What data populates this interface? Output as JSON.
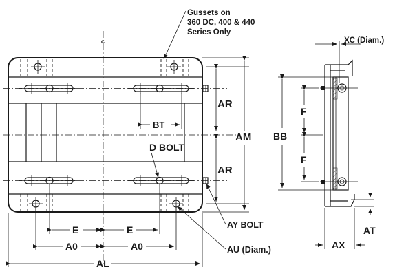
{
  "labels": {
    "gussets_line1": "Gussets on",
    "gussets_line2": "360  DC, 400 & 440",
    "gussets_line3": "Series Only",
    "centerline": "¢",
    "xc": "XC (Diam.)",
    "ar_top": "AR",
    "ar_bottom": "AR",
    "am": "AM",
    "bb": "BB",
    "f_top": "F",
    "f_bottom": "F",
    "bt": "BT",
    "d_bolt": "D BOLT",
    "e_left": "E",
    "e_right": "E",
    "ao_left": "A0",
    "ao_right": "A0",
    "al": "AL",
    "ay_bolt": "AY BOLT",
    "au": "AU (Diam.)",
    "at": "AT",
    "ax": "AX"
  }
}
